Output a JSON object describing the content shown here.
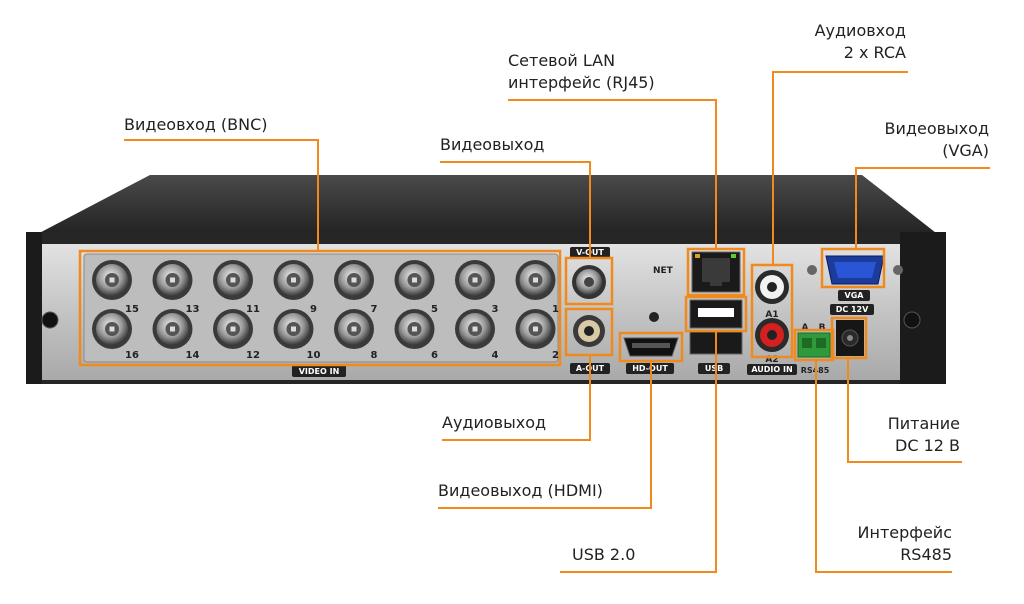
{
  "device": {
    "bnc_numbers_top": [
      "15",
      "13",
      "11",
      "9",
      "7",
      "5",
      "3",
      "1"
    ],
    "bnc_numbers_bottom": [
      "16",
      "14",
      "12",
      "10",
      "8",
      "6",
      "4",
      "2"
    ],
    "panel_labels": {
      "video_in": "VIDEO IN",
      "v_out": "V-OUT",
      "a_out": "A-OUT",
      "hd_out": "HD-OUT",
      "net": "NET",
      "usb": "USB",
      "a1": "A1",
      "a2": "A2",
      "audio_in": "AUDIO IN",
      "vga": "VGA",
      "dc": "DC 12V",
      "rs485": "RS485",
      "rs485_a": "A",
      "rs485_b": "B"
    }
  },
  "callouts": {
    "video_in_bnc": "Видеовход (BNC)",
    "video_out": "Видеовыход",
    "lan_line1": "Сетевой LAN",
    "lan_line2": "интерфейс (RJ45)",
    "audio_in_line1": "Аудиовход",
    "audio_in_line2": "2 x RCA",
    "vga_line1": "Видеовыход",
    "vga_line2": "(VGA)",
    "audio_out": "Аудиовыход",
    "hdmi_out": "Видеовыход (HDMI)",
    "usb": "USB 2.0",
    "power_line1": "Питание",
    "power_line2": "DC 12 В",
    "rs485_line1": "Интерфейс",
    "rs485_line2": "RS485"
  },
  "colors": {
    "highlight": "#f08a1c",
    "panel": "#c9c9c9",
    "chassis": "#2f2f2f"
  }
}
